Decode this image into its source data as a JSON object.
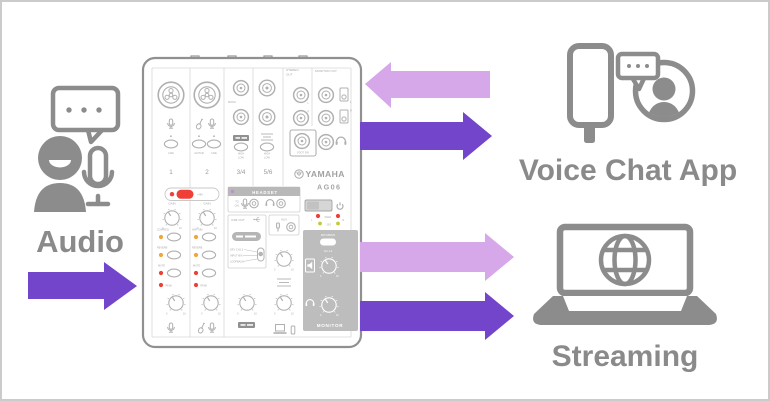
{
  "labels": {
    "audio": "Audio",
    "voice_chat": "Voice Chat App",
    "streaming": "Streaming"
  },
  "colors": {
    "icon_gray": "#8c8c8c",
    "arrow_dark_purple": "#7345cb",
    "arrow_light_purple": "#d6a7e9",
    "led_red": "#ee4036",
    "led_amber": "#f0a63c",
    "led_signal_green": "#c3ca39",
    "mixer_panel_gray": "#bdbdbd"
  },
  "arrows": {
    "audio_to_mixer": {
      "direction": "right",
      "color": "dark-purple"
    },
    "voice_chat_to_mixer": {
      "direction": "left",
      "color": "light-purple"
    },
    "mixer_to_voice_chat": {
      "direction": "right",
      "color": "dark-purple"
    },
    "mixer_to_streaming_upper": {
      "direction": "right",
      "color": "light-purple"
    },
    "mixer_to_streaming_lower": {
      "direction": "right",
      "color": "dark-purple"
    }
  },
  "mixer": {
    "brand": "YAMAHA",
    "model": "AG06",
    "channels": [
      "1",
      "2",
      "3/4",
      "5/6"
    ],
    "labels": {
      "stereo": "STEREO",
      "out": "OUT",
      "monitor_out": "MONITOR OUT",
      "foot_sw": "FOOT SW",
      "phantom": "+48V",
      "gain": "GAIN",
      "comp_eq": "COMP/EQ",
      "amp_sim": "AMP SIM",
      "reverb": "REVERB",
      "mute": "MUTE",
      "peak": "PEAK",
      "sig": "SIG",
      "line": "LINE",
      "guitar": "GUITAR",
      "mono": "MONO",
      "high": "HIGH",
      "low": "LOW",
      "headset": "HEADSET",
      "to": "TO",
      "ch1": "CH1",
      "usb_out": "USB OUT",
      "aux": "AUX",
      "dry_ch12": "DRY CH1-2",
      "input_mix": "INPUT MIX",
      "loopback": "LOOPBACK",
      "mix_minus": "MIX MINUS",
      "ch12_range": "CH 1-2",
      "monitor": "MONITOR",
      "l": "L",
      "r": "R",
      "zero": "0",
      "ten": "10"
    }
  }
}
